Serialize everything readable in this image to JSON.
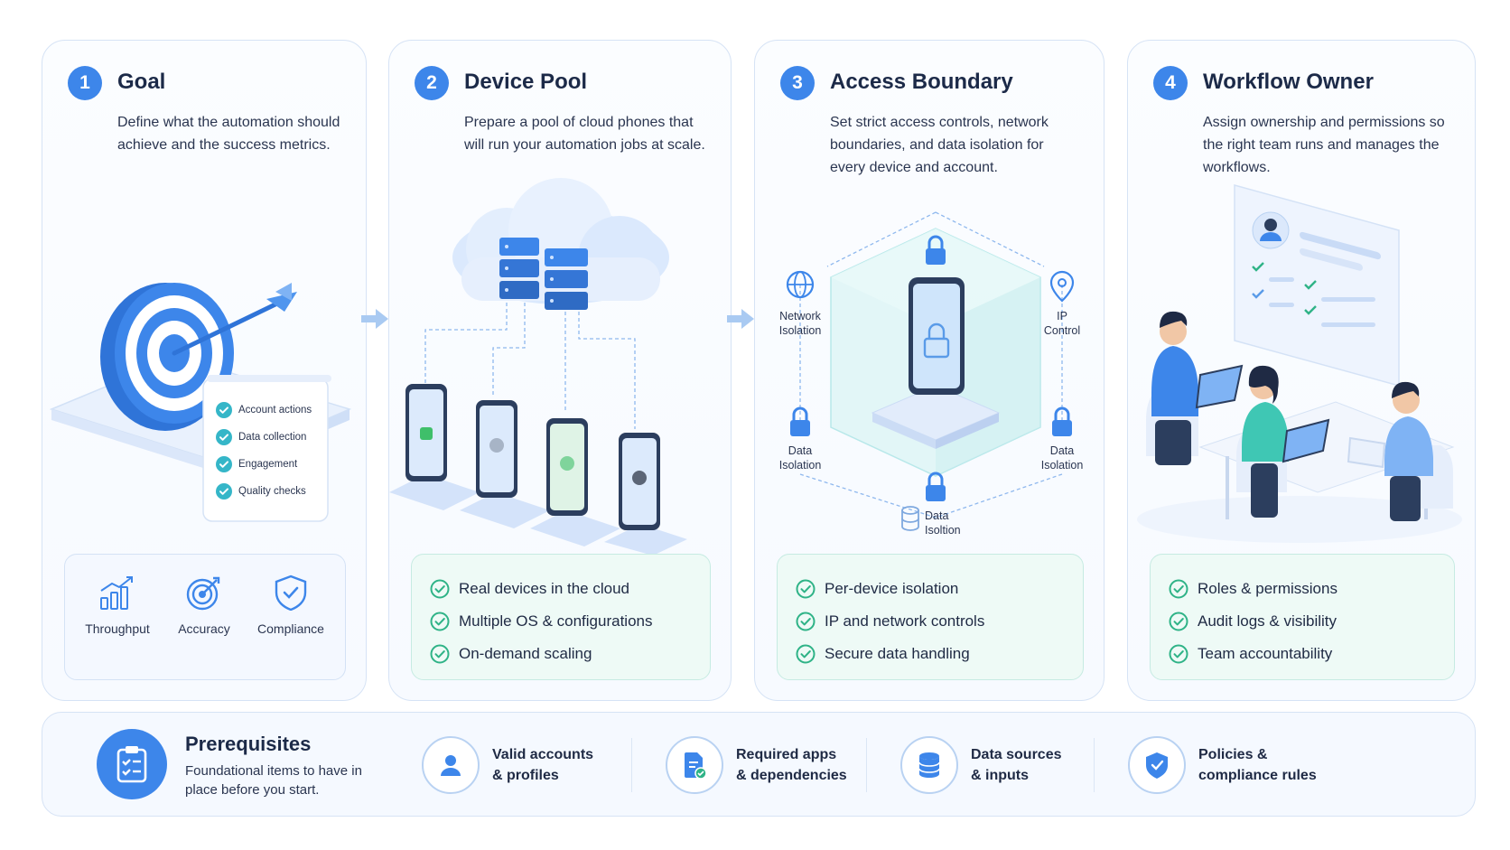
{
  "steps": [
    {
      "num": "1",
      "title": "Goal",
      "desc": "Define what the automation should achieve and the success metrics.",
      "checklist": [
        "Account actions",
        "Data collection",
        "Engagement",
        "Quality checks"
      ],
      "metrics": [
        {
          "label": "Throughput",
          "icon": "bar-chart-icon"
        },
        {
          "label": "Accuracy",
          "icon": "target-icon"
        },
        {
          "label": "Compliance",
          "icon": "shield-check-icon"
        }
      ]
    },
    {
      "num": "2",
      "title": "Device Pool",
      "desc": "Prepare a pool of cloud phones that will run your automation jobs at scale.",
      "features": [
        "Real devices in the cloud",
        "Multiple OS & configurations",
        "On-demand scaling"
      ]
    },
    {
      "num": "3",
      "title": "Access Boundary",
      "desc": "Set strict access controls, network boundaries, and data isolation for every device and account.",
      "labels": {
        "network": [
          "Network",
          "Isolation"
        ],
        "ip": [
          "IP",
          "Control"
        ],
        "data_left": [
          "Data",
          "Isolation"
        ],
        "data_right": [
          "Data",
          "Isolation"
        ],
        "data_bottom": [
          "Data",
          "Isoltion"
        ]
      },
      "features": [
        "Per-device isolation",
        "IP and network controls",
        "Secure data handling"
      ]
    },
    {
      "num": "4",
      "title": "Workflow Owner",
      "desc": "Assign ownership and permissions so the right team runs and manages the workflows.",
      "features": [
        "Roles & permissions",
        "Audit logs & visibility",
        "Team accountability"
      ]
    }
  ],
  "prerequisites": {
    "title": "Prerequisites",
    "subtitle": "Foundational items to have in place before you start.",
    "items": [
      {
        "line1": "Valid accounts",
        "line2": "& profiles",
        "icon": "user-icon"
      },
      {
        "line1": "Required apps",
        "line2": "& dependencies",
        "icon": "document-icon"
      },
      {
        "line1": "Data sources",
        "line2": "& inputs",
        "icon": "database-icon"
      },
      {
        "line1": "Policies &",
        "line2": "compliance rules",
        "icon": "shield-icon"
      }
    ]
  },
  "colors": {
    "accent": "#3d86ea",
    "check_green": "#2fb387",
    "feature_bg": "#eefaf6"
  }
}
